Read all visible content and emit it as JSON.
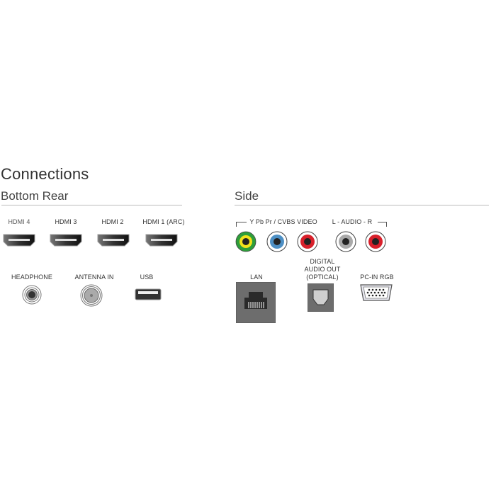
{
  "title": "Connections",
  "sections": {
    "bottom_rear": {
      "heading": "Bottom Rear",
      "hdmi_ports": [
        {
          "label": "HDMI 4"
        },
        {
          "label": "HDMI 3"
        },
        {
          "label": "HDMI 2"
        },
        {
          "label": "HDMI 1 (ARC)"
        }
      ],
      "other_ports": [
        {
          "label": "HEADPHONE",
          "icon": "headphone-jack-icon"
        },
        {
          "label": "ANTENNA IN",
          "icon": "antenna-coax-icon"
        },
        {
          "label": "USB",
          "icon": "usb-port-icon"
        }
      ]
    },
    "side": {
      "heading": "Side",
      "video_group_label": "Y Pb Pr / CVBS VIDEO",
      "audio_group_label": "L - AUDIO - R",
      "rca_ports": [
        {
          "name": "Y / CVBS",
          "color": "#2e9e3a",
          "inner": "#f2e21b"
        },
        {
          "name": "Pb",
          "color": "#ffffff",
          "inner": "#4d8fc4"
        },
        {
          "name": "Pr",
          "color": "#ffffff",
          "inner": "#d8202b"
        },
        {
          "name": "Audio L",
          "color": "#ffffff",
          "inner": "#a9a9a9"
        },
        {
          "name": "Audio R",
          "color": "#ffffff",
          "inner": "#d8202b"
        }
      ],
      "lower_ports": [
        {
          "label": "LAN",
          "icon": "ethernet-port-icon"
        },
        {
          "label_lines": [
            "DIGITAL",
            "AUDIO OUT",
            "(OPTICAL)"
          ],
          "icon": "optical-audio-icon"
        },
        {
          "label": "PC-IN RGB",
          "icon": "vga-port-icon"
        }
      ]
    }
  }
}
